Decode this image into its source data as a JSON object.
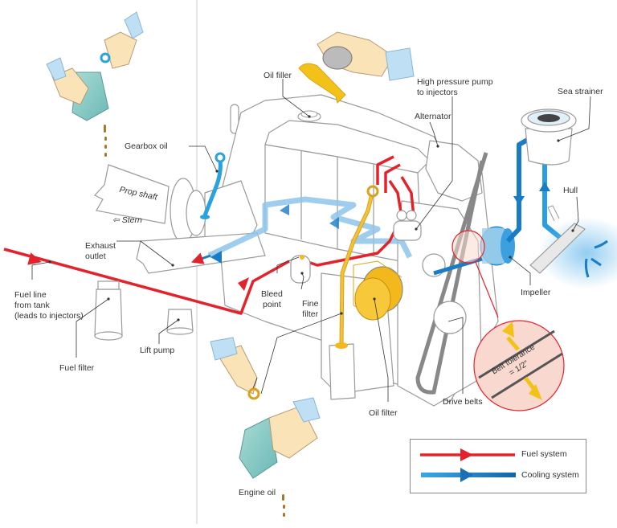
{
  "diagram": {
    "subject": "Marine diesel engine maintenance points",
    "labels": {
      "oil_filler": "Oil filler",
      "high_pressure_pump": "High pressure pump\nto injectors",
      "alternator": "Alternator",
      "sea_strainer": "Sea strainer",
      "hull": "Hull",
      "gearbox_oil": "Gearbox oil",
      "prop_shaft": "Prop shaft",
      "stern": "Stern",
      "exhaust_outlet": "Exhaust\noutlet",
      "fuel_line": "Fuel line\nfrom tank\n(leads to injectors)",
      "fuel_filter": "Fuel filter",
      "lift_pump": "Lift pump",
      "bleed_point": "Bleed\npoint",
      "fine_filter": "Fine\nfilter",
      "impeller": "Impeller",
      "oil_filter": "Oil filter",
      "drive_belts": "Drive belts",
      "engine_oil": "Engine oil",
      "belt_tolerance": "Belt tolerance\n= 1/2\""
    },
    "legend": {
      "items": [
        {
          "label": "Fuel system",
          "color": "#e3232b"
        },
        {
          "label": "Cooling system",
          "color": "#1a7cc4"
        }
      ]
    },
    "colors": {
      "fuel": "#e3232b",
      "cooling_dark": "#1a7cc4",
      "cooling_light": "#8ec4ea",
      "oil": "#f3b81c",
      "outline": "#9a9a9a",
      "callout_fill": "#f9d9cf",
      "callout_stroke": "#e3232b",
      "skin": "#fbe3b8",
      "sleeve": "#bfe0f4",
      "cloth": "#8fcbc8"
    }
  }
}
